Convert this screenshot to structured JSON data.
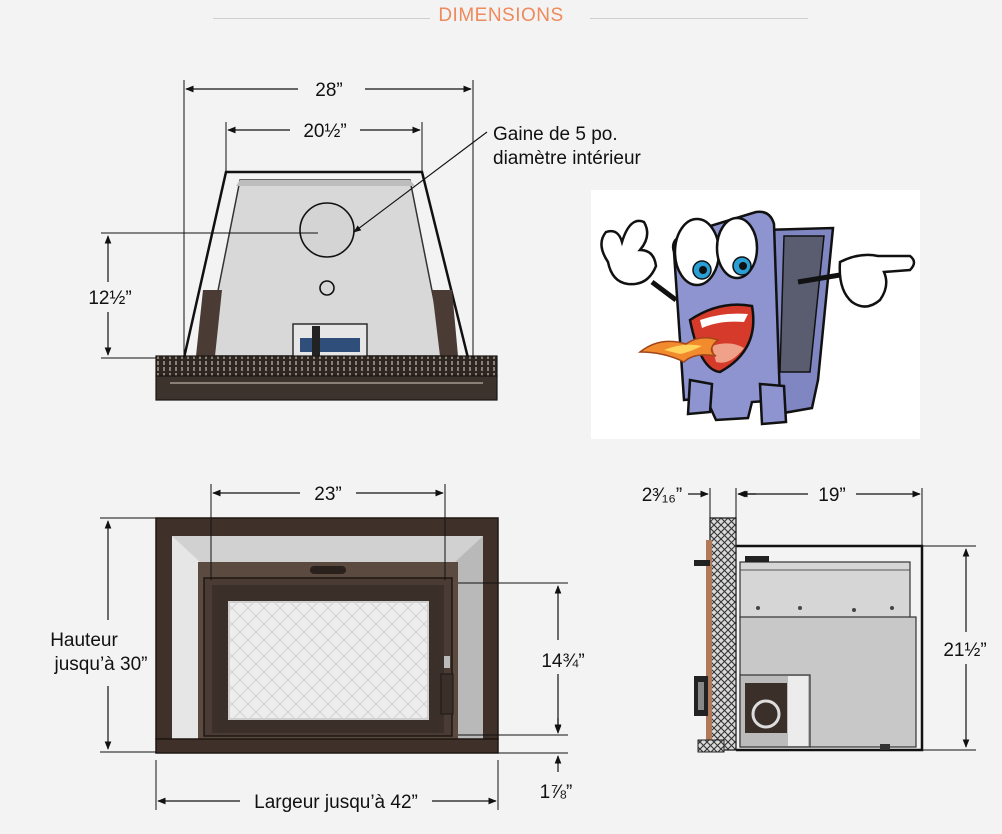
{
  "header": {
    "title": "DIMENSIONS",
    "accent_color": "#ee8a5c"
  },
  "top_view": {
    "width_overall": "28”",
    "width_inner": "20½”",
    "height_collar": "12½”",
    "collar_note_line1": "Gaine de 5 po.",
    "collar_note_line2": "diamètre intérieur"
  },
  "front_view": {
    "width_top": "23”",
    "height_label_line1": "Hauteur",
    "height_label_line2": "jusqu’à 30”",
    "door_height": "14¾”",
    "base_height": "1⅞”",
    "width_label": "Largeur jusqu’à 42”"
  },
  "side_view": {
    "face_depth": "2³⁄₁₆”",
    "depth": "19”",
    "height": "21½”"
  },
  "mascot": {
    "icon": "stove-mascot-icon"
  },
  "colors": {
    "background": "#f3f3f3",
    "line": "#111111",
    "steel_dark": "#4a3c34",
    "steel_light": "#cfcfcf",
    "mascot_body": "#8d94cf",
    "flame": "#f28a2e"
  }
}
